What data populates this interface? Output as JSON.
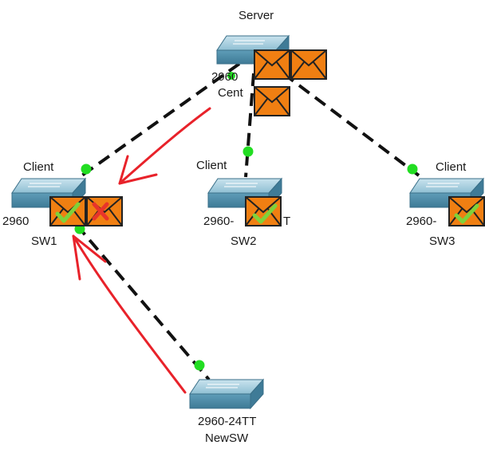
{
  "colors": {
    "link": "#111111",
    "link_dot": "#22dd22",
    "arrow": "#e8222a",
    "envelope_fill": "#f07f12",
    "envelope_stroke": "#222222",
    "switch_top": "#a9cfe0",
    "switch_front": "#4f90ad",
    "check": "#7fd23a",
    "cross": "#e8342a"
  },
  "icons": {
    "switch": "switch-icon",
    "envelope": "envelope-icon",
    "check": "check-mark-icon",
    "cross": "cross-mark-icon"
  },
  "devices": {
    "center": {
      "role": "Server",
      "model": "2960",
      "name": "Cent"
    },
    "sw1": {
      "role": "Client",
      "model": "2960",
      "name": "SW1"
    },
    "sw2": {
      "role": "Client",
      "model": "2960-",
      "model_tail": "T",
      "name": "SW2"
    },
    "sw3": {
      "role": "Client",
      "model": "2960-",
      "name": "SW3"
    },
    "newsw": {
      "model": "2960-24TT",
      "name": "NewSW"
    }
  }
}
